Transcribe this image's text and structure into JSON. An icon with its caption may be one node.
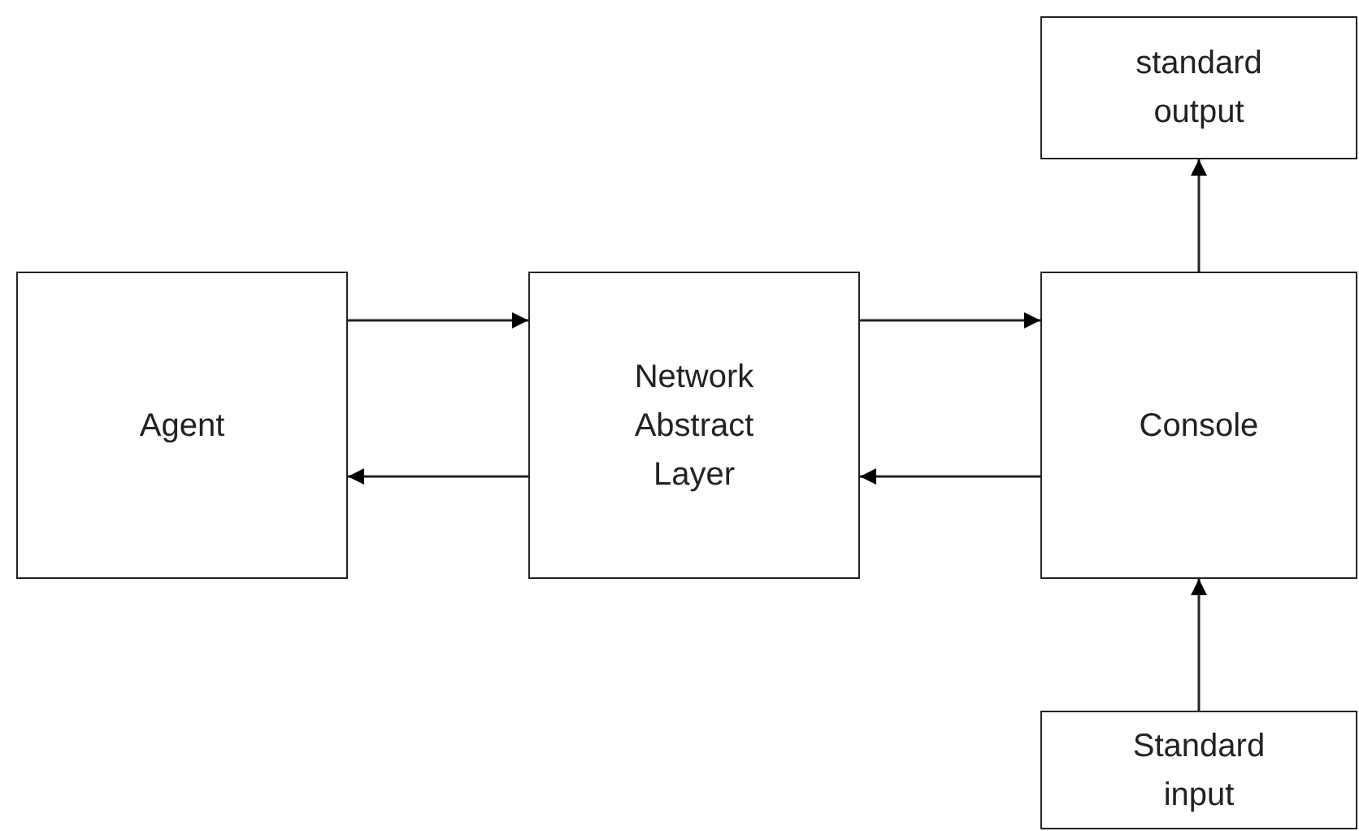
{
  "diagram": {
    "nodes": [
      {
        "text": [
          "standard output"
        ]
      },
      {
        "text": [
          "Agent"
        ]
      },
      {
        "text": [
          "Network Abstract Layer"
        ]
      },
      {
        "text": [
          "Console"
        ]
      },
      {
        "text": [
          "Standard input"
        ]
      }
    ],
    "edges": [
      {
        "from": 1,
        "to": 2,
        "arrow": "to"
      },
      {
        "from": 2,
        "to": 1,
        "arrow": "to"
      },
      {
        "from": 2,
        "to": 3,
        "arrow": "to"
      },
      {
        "from": 3,
        "to": 2,
        "arrow": "to"
      },
      {
        "from": 3,
        "to": 0,
        "arrow": "to"
      },
      {
        "from": 4,
        "to": 3,
        "arrow": "to"
      }
    ]
  }
}
